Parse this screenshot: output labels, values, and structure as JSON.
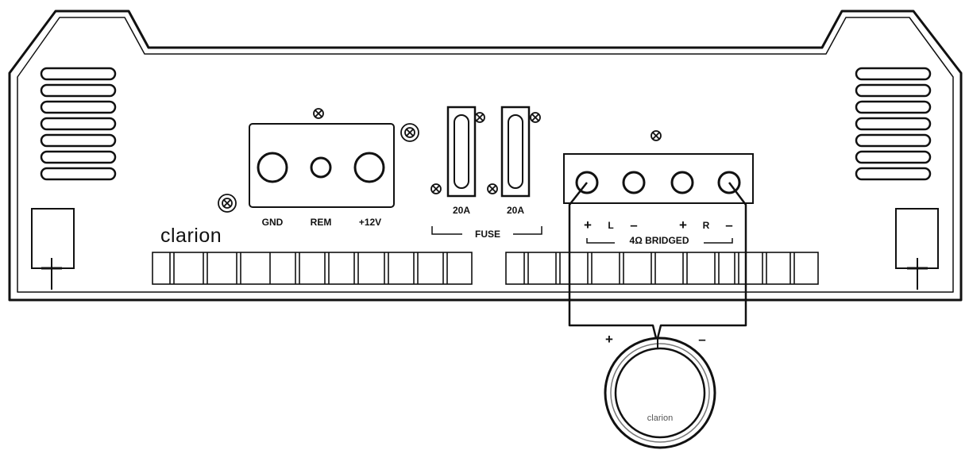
{
  "brand": {
    "name": "clarion",
    "speaker_badge": "clarion"
  },
  "power": {
    "gnd": "GND",
    "rem": "REM",
    "plus12v": "+12V"
  },
  "fuses": {
    "left_rating": "20A",
    "right_rating": "20A",
    "label": "FUSE"
  },
  "speaker_terminals": {
    "l_plus": "+",
    "l_label": "L",
    "l_minus": "–",
    "r_plus": "+",
    "r_label": "R",
    "r_minus": "–",
    "bridged_label": "4Ω BRIDGED"
  },
  "speaker": {
    "plus": "+",
    "minus": "–"
  },
  "colors": {
    "line": "#111111",
    "background": "#ffffff",
    "grey": "#888888"
  }
}
